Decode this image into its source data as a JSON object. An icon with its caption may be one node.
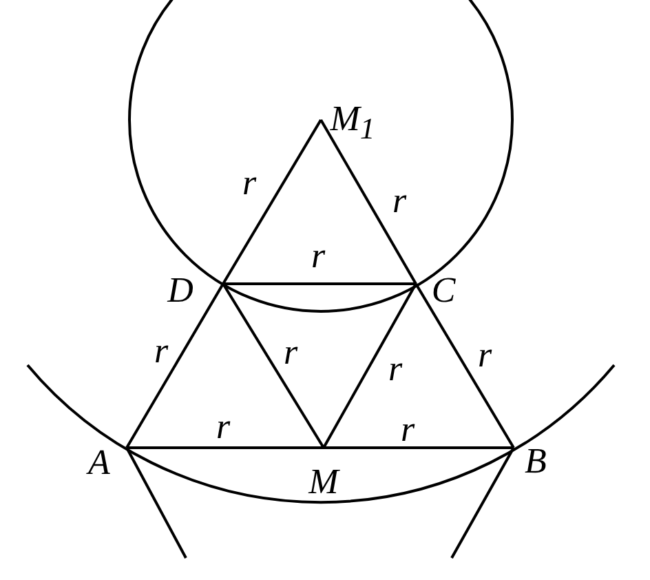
{
  "diagram": {
    "nodes": [
      {
        "text": [
          "M$_{1}$"
        ]
      },
      {
        "text": [
          "D"
        ]
      },
      {
        "text": [
          "C"
        ]
      },
      {
        "text": [
          "A"
        ]
      },
      {
        "text": [
          "M"
        ]
      },
      {
        "text": [
          "B"
        ]
      }
    ],
    "edges": [
      {
        "from": 0,
        "to": 1,
        "arrow": "none",
        "label": "r"
      },
      {
        "from": 0,
        "to": 2,
        "arrow": "none",
        "label": "r"
      },
      {
        "from": 1,
        "to": 2,
        "arrow": "none",
        "label": "r"
      },
      {
        "from": 1,
        "to": 3,
        "arrow": "none",
        "label": "r"
      },
      {
        "from": 1,
        "to": 4,
        "arrow": "none",
        "label": "r"
      },
      {
        "from": 2,
        "to": 4,
        "arrow": "none",
        "label": "r"
      },
      {
        "from": 2,
        "to": 5,
        "arrow": "none",
        "label": "r"
      },
      {
        "from": 3,
        "to": 4,
        "arrow": "none",
        "label": "r"
      },
      {
        "from": 4,
        "to": 5,
        "arrow": "none",
        "label": "r"
      },
      {
        "from": 3,
        "to": null,
        "arrow": "none"
      },
      {
        "from": 5,
        "to": null,
        "arrow": "none"
      }
    ]
  }
}
